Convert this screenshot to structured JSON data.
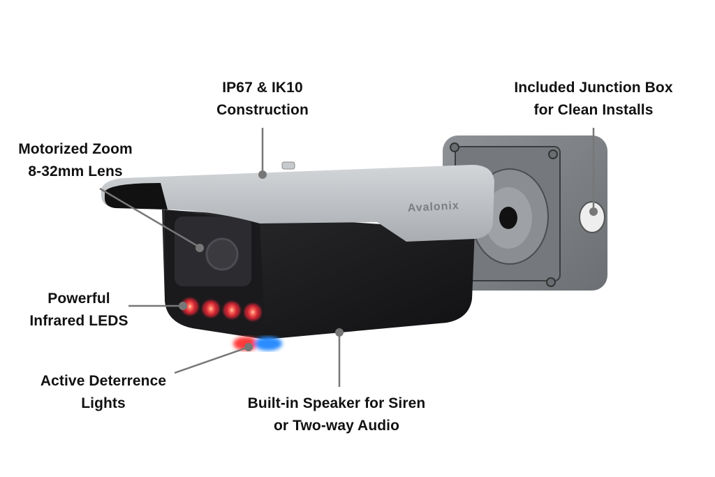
{
  "product": {
    "brand_logo_text": "Avalonix",
    "colors": {
      "background": "#ffffff",
      "housing_gray": "#b9bcc0",
      "housing_dark": "#1c1c1e",
      "junction_box": "#7c7f83",
      "ir_led": "#ff3b3b",
      "deterrence_red": "#ff4040",
      "deterrence_blue": "#2a8cff",
      "callout_line": "#777777",
      "label_text": "#111111"
    }
  },
  "callouts": [
    {
      "id": "construction",
      "lines": [
        "IP67 & IK10",
        "Construction"
      ]
    },
    {
      "id": "junction-box",
      "lines": [
        "Included Junction Box",
        "for Clean Installs"
      ]
    },
    {
      "id": "zoom-lens",
      "lines": [
        "Motorized Zoom",
        "8-32mm Lens"
      ]
    },
    {
      "id": "infrared-leds",
      "lines": [
        "Powerful",
        "Infrared LEDS"
      ]
    },
    {
      "id": "deterrence-lights",
      "lines": [
        "Active Deterrence",
        "Lights"
      ]
    },
    {
      "id": "speaker",
      "lines": [
        "Built-in Speaker for Siren",
        "or Two-way Audio"
      ]
    }
  ]
}
